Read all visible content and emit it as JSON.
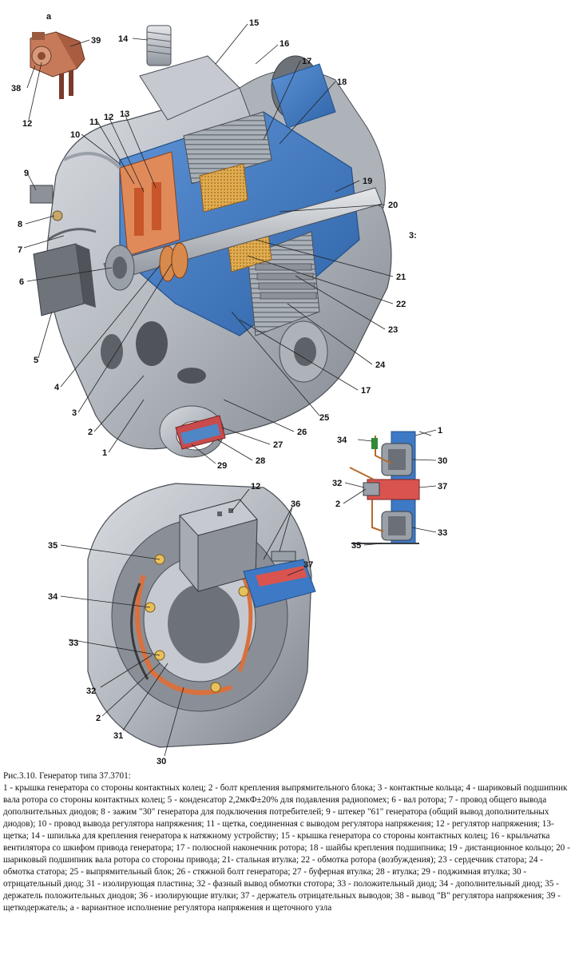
{
  "figure": {
    "variant_label": "а",
    "callouts": {
      "a39": "39",
      "a38": "38",
      "a12": "12",
      "m14": "14",
      "m15": "15",
      "m16": "16",
      "m17": "17",
      "m18": "18",
      "m10": "10",
      "m11": "11",
      "m12": "12",
      "m13": "13",
      "m9": "9",
      "m8": "8",
      "m7": "7",
      "m6": "6",
      "m5": "5",
      "m4": "4",
      "m3": "3",
      "m2": "2",
      "m1": "1",
      "m19": "19",
      "m20": "20",
      "m21": "21",
      "m22": "22",
      "m23": "23",
      "m24": "24",
      "m17b": "17",
      "m25": "25",
      "m26": "26",
      "m27": "27",
      "m28": "28",
      "m29": "29",
      "m3edge": "3:",
      "s1": "1",
      "s34": "34",
      "s30": "30",
      "s32": "32",
      "s37": "37",
      "s2": "2",
      "s33": "33",
      "s35": "35",
      "b12": "12",
      "b36": "36",
      "b37": "37",
      "b35": "35",
      "b34": "34",
      "b33": "33",
      "b32": "32",
      "b2": "2",
      "b31": "31",
      "b30": "30"
    }
  },
  "caption": {
    "title": "Рис.3.10. Генератор типа 37.3701:",
    "body": "1 - крышка генератора со стороны контактных колец; 2 - болт крепления выпрямительного блока; 3 - контактные кольца; 4 - шариковый подшипник вала ротора со стороны контактных колец; 5 - конденсатор 2,2мкФ±20% для подавления радиопомех; 6 - вал ротора; 7 - провод общего вывода дополнительных диодов; 8 - зажим \"30\" генератора для подключения потребителей; 9 - штекер \"61\" генератора (общий вывод дополнительных диодов); 10 - провод вывода регулятора напряжения; 11 - щетка, соединенная с выводом регулятора напряжения; 12 - регулятор напряжения; 13- щетка; 14 - шпилька для крепления генератора к натяжному устройству; 15 - крышка генератора со стороны контактных колец; 16 - крыльчатка вентилятора со шкифом привода генератора; 17 - полюсной наконечник ротора; 18 - шайбы крепления подшипника; 19 - дистанционное кольцо; 20 - шариковый подшипник вала ротора со стороны привода; 21- стальная втулка; 22 - обмотка ротора (возбуждения); 23 - сердечник статора; 24 - обмотка статора; 25 - выпрямительный блок; 26 - стяжной болт генератора; 27 - буферная втулка; 28 - втулка; 29 - поджимная втулка; 30 - отрицательный диод; 31 - изолирующая пластина; 32 - фазный вывод обмотки стотора; 33 - положительный диод; 34 - дополнительный диод; 35 - держатель положительных диодов; 36 - изолирующие втулки; 37 - держатель отрицательных выводов; 38 - вывод \"В\" регулятора напряжения; 39 - щеткодержатель; а - вариантное исполнение регулятора напряжения и щеточного узла"
  },
  "colors": {
    "housing": "#b9bdc4",
    "housing_dark": "#7d828b",
    "cutaway_blue": "#3d79c4",
    "copper": "#d9703e",
    "winding": "#d8a24a",
    "steel": "#9aa0a8"
  }
}
